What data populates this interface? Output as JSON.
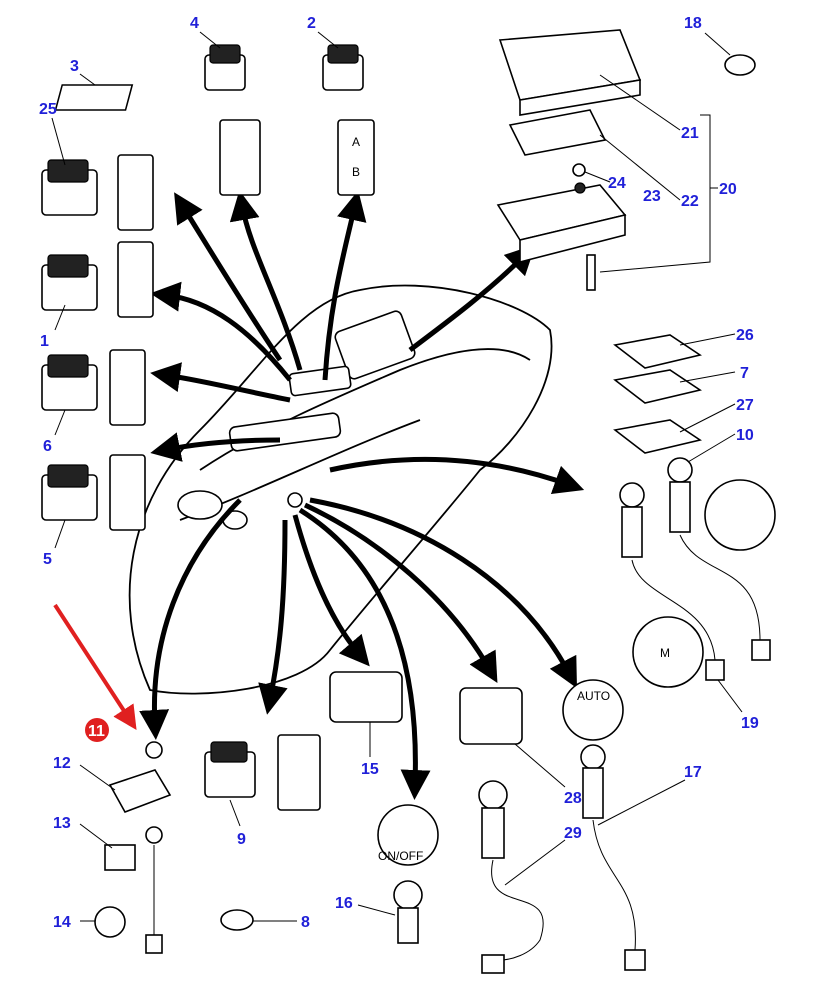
{
  "diagram": {
    "label_color": "#2020d8",
    "highlight_color": "#e02020",
    "part_numbers": [
      "1",
      "2",
      "3",
      "4",
      "5",
      "6",
      "7",
      "8",
      "9",
      "10",
      "11",
      "12",
      "13",
      "14",
      "15",
      "16",
      "17",
      "18",
      "19",
      "20",
      "21",
      "22",
      "23",
      "24",
      "25",
      "26",
      "27",
      "28",
      "29"
    ],
    "highlighted_part": "11",
    "symbols": {
      "switch_a": "A",
      "switch_b": "B",
      "auto": "AUTO",
      "on_off": "ON/OFF",
      "manual": "M"
    }
  }
}
